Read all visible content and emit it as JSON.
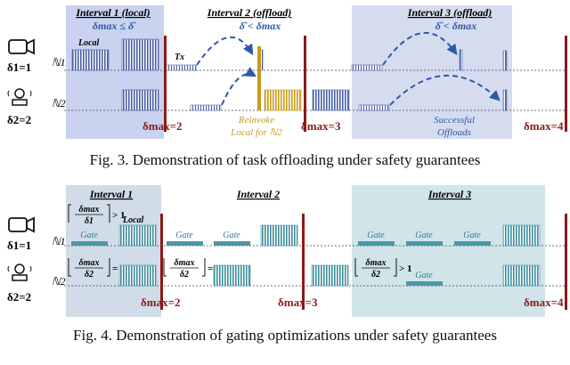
{
  "fig3": {
    "caption": "Fig. 3.  Demonstration of task offloading under safety guarantees",
    "intervals": [
      {
        "title": "Interval 1 (local)",
        "condition": "δmax ≤ δ̂"
      },
      {
        "title": "Interval 2 (offload)",
        "condition": "δ̂ < δmax"
      },
      {
        "title": "Interval 3 (offload)",
        "condition": "δ̂ < δmax"
      }
    ],
    "local_label": "Local",
    "tx_label": "Tx",
    "reinvoke_label": [
      "Reinvoke",
      "Local for ℕ2"
    ],
    "success_label": [
      "Successful",
      "Offloads"
    ],
    "deadlines": [
      "δmax=2",
      "δmax=3",
      "δmax=4"
    ]
  },
  "fig4": {
    "caption": "Fig. 4.  Demonstration of gating optimizations under safety guarantees",
    "intervals": [
      "Interval 1",
      "Interval 2",
      "Interval 3"
    ],
    "local_label": "Local",
    "gate_label": "Gate",
    "deadlines": [
      "δmax=2",
      "δmax=3",
      "δmax=4"
    ]
  },
  "rows": {
    "n1": "ℕ1",
    "n2": "ℕ2",
    "d1": "δ1=1",
    "d2": "δ2=2"
  },
  "colors": {
    "interval1_bg": "#c9d3ef",
    "interval3_bg": "#cfe4ea",
    "bar_blue": "#4a5fa8",
    "bar_teal": "#3d8d9d",
    "deadline": "#8b1a1a",
    "dashed_arrow": "#2d5aa8",
    "gold": "#c99a18",
    "gate": "#4e95a8"
  }
}
